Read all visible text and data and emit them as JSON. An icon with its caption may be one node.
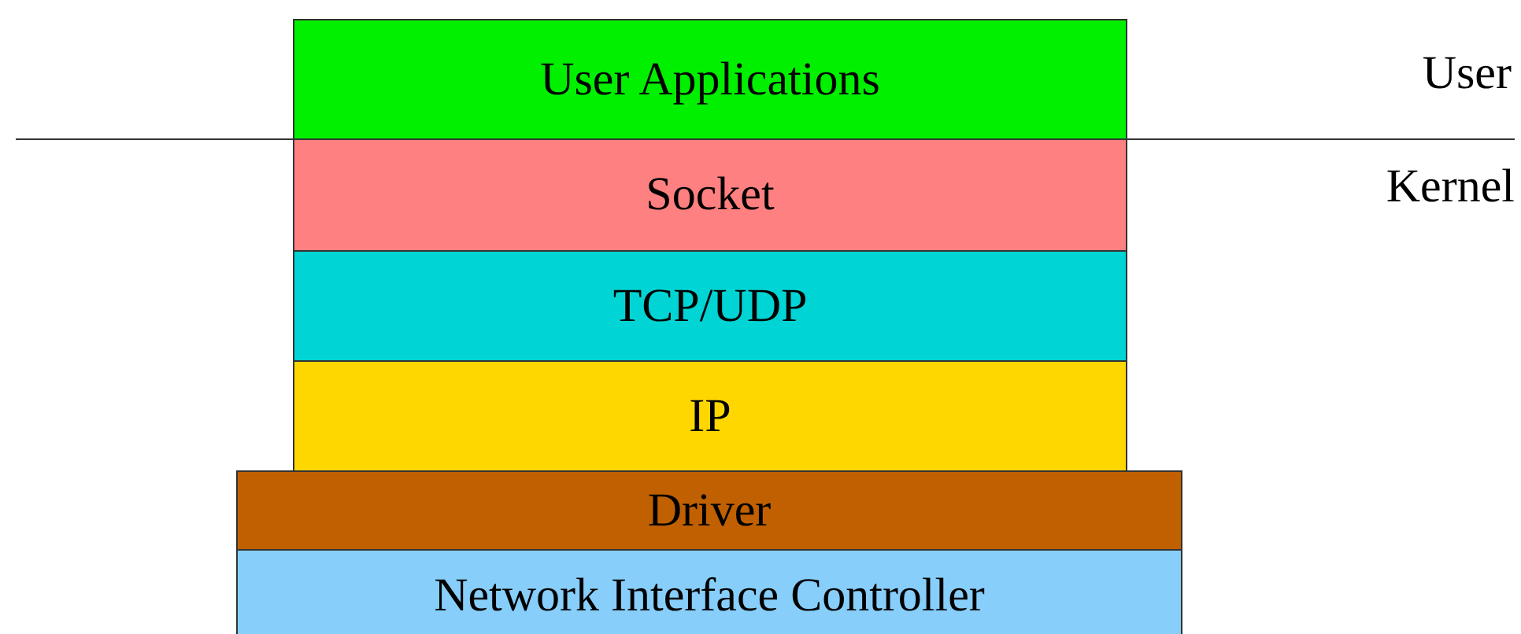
{
  "diagram": {
    "nodes": [
      {
        "text": [
          "User Applications"
        ]
      },
      {
        "text": [
          "Socket"
        ]
      },
      {
        "text": [
          "TCP/UDP"
        ]
      },
      {
        "text": [
          "IP"
        ]
      },
      {
        "text": [
          "Driver"
        ]
      },
      {
        "text": [
          "Network Interface Controller"
        ]
      }
    ],
    "labels": [
      "User",
      "Kernel"
    ]
  }
}
